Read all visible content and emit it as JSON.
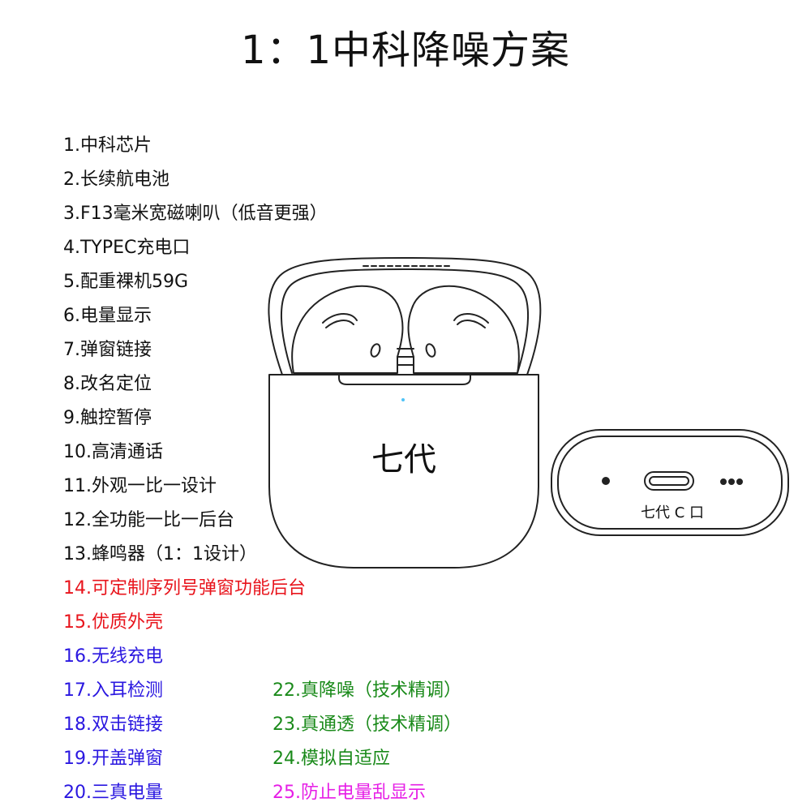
{
  "title": "1：1中科降噪方案",
  "colors": {
    "default": "#111111",
    "red": "#e8141c",
    "blue": "#2a17e0",
    "green": "#1a8a1a",
    "magenta": "#e61ee6"
  },
  "features_left": [
    {
      "text": "1.中科芯片",
      "color": "default"
    },
    {
      "text": "2.长续航电池",
      "color": "default"
    },
    {
      "text": "3.F13毫米宽磁喇叭（低音更强）",
      "color": "default"
    },
    {
      "text": "4.TYPEC充电口",
      "color": "default"
    },
    {
      "text": "5.配重裸机59G",
      "color": "default"
    },
    {
      "text": "6.电量显示",
      "color": "default"
    },
    {
      "text": "7.弹窗链接",
      "color": "default"
    },
    {
      "text": "8.改名定位",
      "color": "default"
    },
    {
      "text": "9.触控暂停",
      "color": "default"
    },
    {
      "text": "10.高清通话",
      "color": "default"
    },
    {
      "text": "11.外观一比一设计",
      "color": "default"
    },
    {
      "text": "12.全功能一比一后台",
      "color": "default"
    },
    {
      "text": "13.蜂鸣器（1：1设计）",
      "color": "default"
    },
    {
      "text": "14.可定制序列号弹窗功能后台",
      "color": "red"
    },
    {
      "text": "15.优质外壳",
      "color": "red"
    },
    {
      "text": "16.无线充电",
      "color": "blue"
    },
    {
      "text": "17.入耳检测",
      "color": "blue"
    },
    {
      "text": "18.双击链接",
      "color": "blue"
    },
    {
      "text": "19.开盖弹窗",
      "color": "blue"
    },
    {
      "text": "20.三真电量",
      "color": "blue"
    }
  ],
  "features_right": [
    {
      "text": "22.真降噪（技术精调）",
      "color": "green"
    },
    {
      "text": "23.真通透（技术精调）",
      "color": "green"
    },
    {
      "text": "24.模拟自适应",
      "color": "green"
    },
    {
      "text": "25.防止电量乱显示",
      "color": "magenta"
    }
  ],
  "product": {
    "case_label": "七代",
    "port_label": "七代 C 口",
    "icons": [
      "earbuds-case-illustration",
      "usb-c-port-icon"
    ]
  }
}
